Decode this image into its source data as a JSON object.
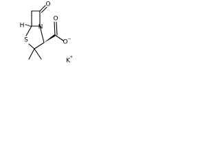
{
  "molecule": {
    "atoms": {
      "carbonyl_oxygen": "O",
      "nitrogen": "N",
      "bridgehead_h": "H",
      "sulfur": "S",
      "carboxylate_oxygen_double": "O",
      "carboxylate_oxygen_single": "O",
      "carboxylate_charge": "−",
      "counterion": "K",
      "counterion_charge": "+"
    }
  }
}
